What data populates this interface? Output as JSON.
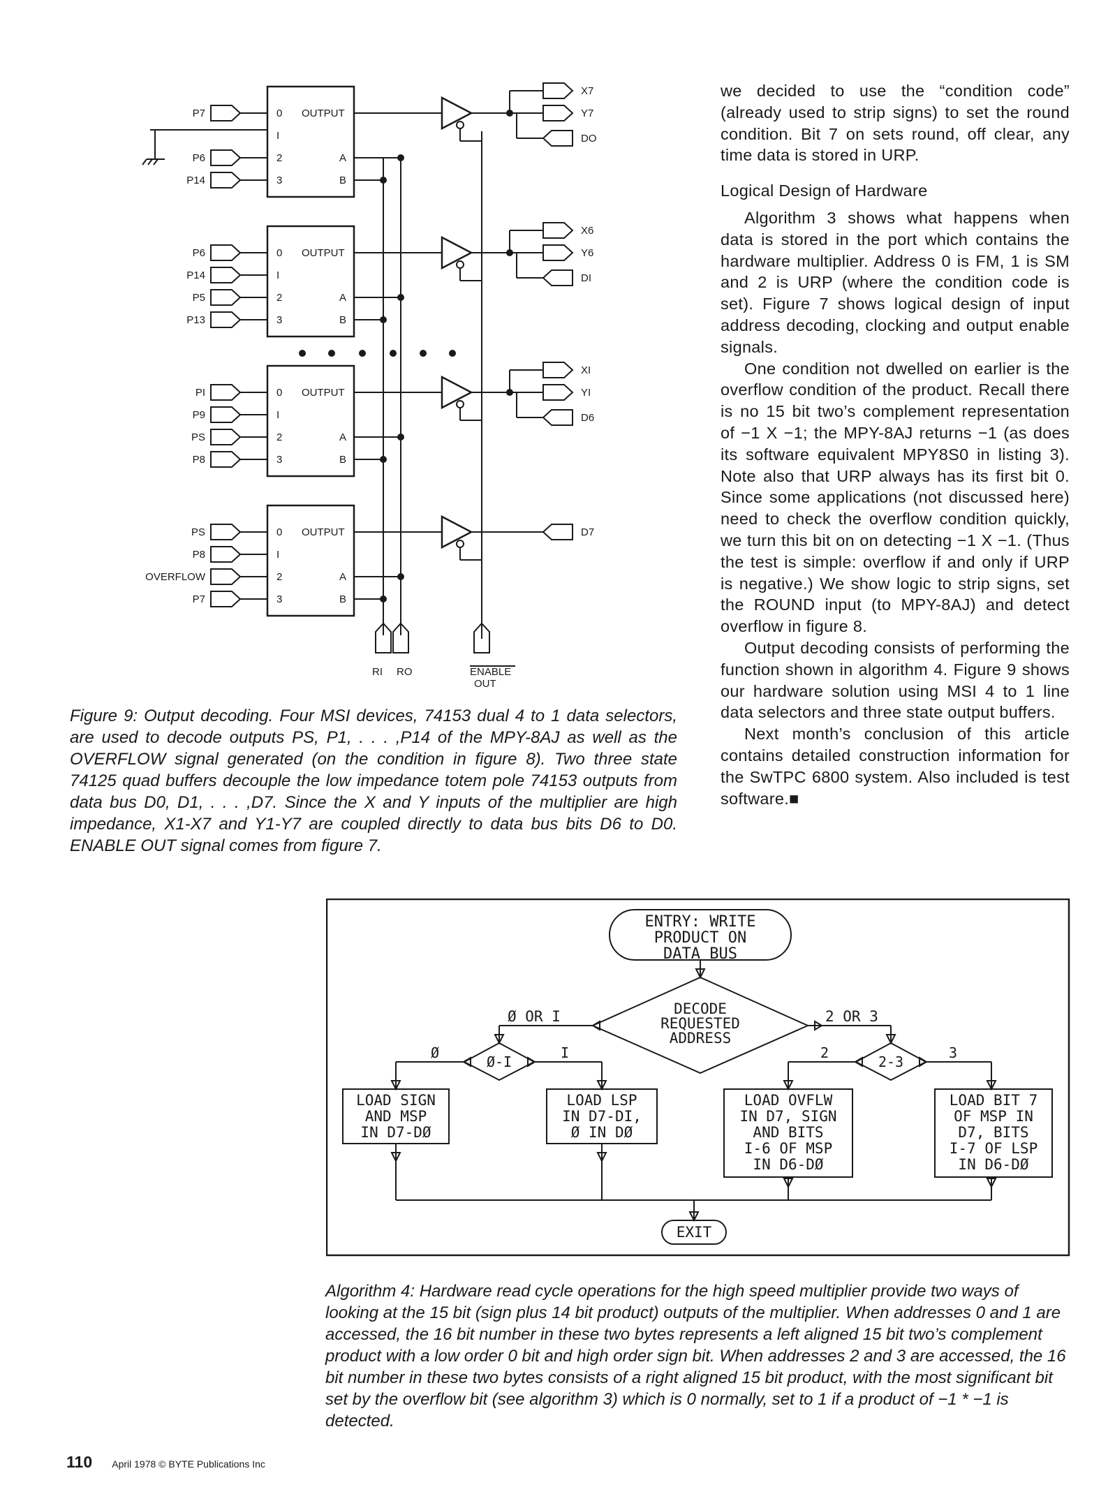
{
  "figure9": {
    "chips": [
      {
        "inputs": [
          "P7",
          "",
          "P6",
          "P14"
        ],
        "pins": [
          "0",
          "I",
          "2",
          "3"
        ],
        "output_label": "OUTPUT",
        "a_label": "A",
        "b_label": "B"
      },
      {
        "inputs": [
          "P6",
          "P14",
          "P5",
          "P13"
        ],
        "pins": [
          "0",
          "I",
          "2",
          "3"
        ],
        "output_label": "OUTPUT",
        "a_label": "A",
        "b_label": "B"
      },
      {
        "inputs": [
          "PI",
          "P9",
          "PS",
          "P8"
        ],
        "pins": [
          "0",
          "I",
          "2",
          "3"
        ],
        "output_label": "OUTPUT",
        "a_label": "A",
        "b_label": "B"
      },
      {
        "inputs": [
          "PS",
          "P8",
          "OVERFLOW",
          "P7"
        ],
        "pins": [
          "0",
          "I",
          "2",
          "3"
        ],
        "output_label": "OUTPUT",
        "a_label": "A",
        "b_label": "B"
      }
    ],
    "bus_labels": [
      [
        "X7",
        "Y7",
        "DO"
      ],
      [
        "X6",
        "Y6",
        "DI"
      ],
      [
        "XI",
        "YI",
        "D6"
      ],
      [
        "D7"
      ]
    ],
    "ri_label": "RI",
    "ro_label": "RO",
    "enable_label_1": "ENABLE",
    "enable_label_2": "OUT",
    "caption": "Figure 9: Output decoding. Four MSI devices, 74153 dual 4 to 1 data selectors, are used to decode outputs PS, P1, . . . ,P14 of the MPY-8AJ as well as the OVERFLOW signal generated (on the condition in figure 8). Two three state 74125 quad buffers decouple the low impedance totem pole 74153 outputs from data bus D0, D1, . . . ,D7. Since the X and Y inputs of the multiplier are high impedance, X1-X7 and Y1-Y7 are coupled directly to data bus bits D6 to D0. ENABLE OUT signal comes from figure 7."
  },
  "right_column": {
    "p1": "we decided to use the “condition code” (already used to strip signs) to set the round condition. Bit 7 on sets round, off clear, any time data is stored in URP.",
    "heading": "Logical Design of Hardware",
    "p2": "Algorithm 3 shows what happens when data is stored in the port which contains the hardware multiplier. Address 0 is FM, 1 is SM and 2 is URP (where the condition code is set). Figure 7 shows logical design of input address decoding, clocking and output enable signals.",
    "p3": "One condition not dwelled on earlier is the overflow condition of the product. Recall there is no 15 bit two’s complement representation of −1 X −1; the MPY-8AJ returns −1 (as does its software equivalent MPY8S0 in listing 3). Note also that URP always has its first bit 0. Since some applications (not discussed here) need to check the overflow condition quickly, we turn this bit on on detecting −1 X −1. (Thus the test is simple: overflow if and only if URP is negative.) We show logic to strip signs, set the ROUND input (to MPY-8AJ) and detect overflow in figure 8.",
    "p4": "Output decoding consists of performing the function shown in algorithm 4. Figure 9 shows our hardware solution using MSI 4 to 1 line data selectors and three state output buffers.",
    "p5": "Next month’s conclusion of this article contains detailed construction information for the SwTPC 6800 system. Also included is test software.■"
  },
  "algorithm4": {
    "entry": [
      "ENTRY: WRITE",
      "PRODUCT ON",
      "DATA BUS"
    ],
    "decode": [
      "DECODE",
      "REQUESTED",
      "ADDRESS"
    ],
    "left_branch": "Ø OR I",
    "right_branch": "2 OR 3",
    "d01": "Ø-I",
    "d23": "2-3",
    "lbl_0": "Ø",
    "lbl_1": "I",
    "lbl_2": "2",
    "lbl_3": "3",
    "box1": [
      "LOAD SIGN",
      "AND MSP",
      "IN D7-DØ"
    ],
    "box2": [
      "LOAD LSP",
      "IN D7-DI,",
      "Ø IN DØ"
    ],
    "box3": [
      "LOAD OVFLW",
      "IN D7, SIGN",
      "AND BITS",
      "I-6 OF MSP",
      "IN D6-DØ"
    ],
    "box4": [
      "LOAD BIT 7",
      "OF MSP IN",
      "D7, BITS",
      "I-7 OF LSP",
      "IN D6-DØ"
    ],
    "exit": "EXIT",
    "caption": "Algorithm 4: Hardware read cycle operations for the high speed multiplier provide two ways of looking at the 15 bit (sign plus 14 bit product) outputs of the multiplier. When addresses 0 and 1 are accessed, the 16 bit number in these two bytes represents a left aligned 15 bit two’s complement product with a low order 0 bit and high order sign bit. When addresses 2 and 3 are accessed, the 16 bit number in these two bytes consists of a right aligned 15 bit product, with the most significant bit set by the overflow bit (see algorithm 3) which is 0 normally, set to 1 if a product of −1 * −1 is detected."
  },
  "footer": {
    "page": "110",
    "source": "April 1978 © BYTE Publications Inc"
  }
}
